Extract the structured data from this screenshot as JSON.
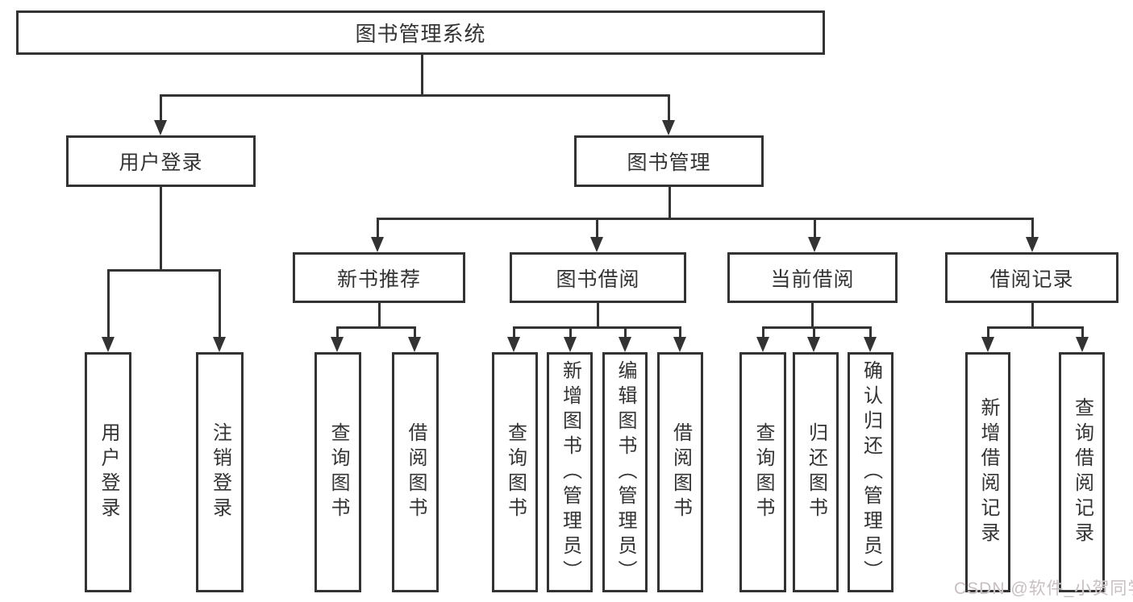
{
  "diagram_title": "图书管理系统",
  "colors": {
    "line": "#333333",
    "background": "#ffffff",
    "watermark": "#c9bec3"
  },
  "nodes": {
    "root": {
      "label": "图书管理系统"
    },
    "user_login": {
      "label": "用户登录"
    },
    "book_management": {
      "label": "图书管理"
    },
    "new_book_recommend": {
      "label": "新书推荐"
    },
    "book_borrowing": {
      "label": "图书借阅"
    },
    "current_borrowing": {
      "label": "当前借阅"
    },
    "borrowing_records": {
      "label": "借阅记录"
    }
  },
  "leaves": {
    "user_login": [
      {
        "label": "用户登录"
      },
      {
        "label": "注销登录"
      }
    ],
    "new_book_recommend": [
      {
        "label": "查询图书"
      },
      {
        "label": "借阅图书"
      }
    ],
    "book_borrowing": [
      {
        "label": "查询图书"
      },
      {
        "label": "新增图书（管理员）"
      },
      {
        "label": "编辑图书（管理员）"
      },
      {
        "label": "借阅图书"
      }
    ],
    "current_borrowing": [
      {
        "label": "查询图书"
      },
      {
        "label": "归还图书"
      },
      {
        "label": "确认归还（管理员）"
      }
    ],
    "borrowing_records": [
      {
        "label": "新增借阅记录"
      },
      {
        "label": "查询借阅记录"
      }
    ]
  },
  "watermark": {
    "text": "CSDN @软件_小贺同学"
  }
}
